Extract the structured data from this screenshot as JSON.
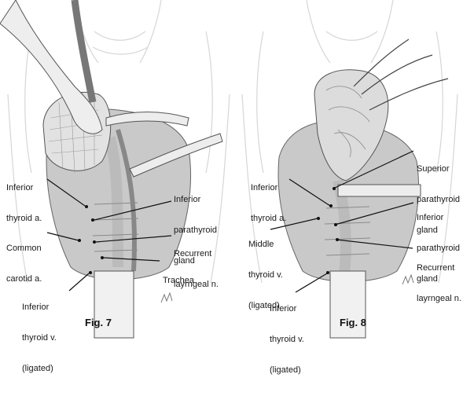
{
  "figure_7": {
    "caption": "Fig. 7",
    "labels": {
      "inferior_thyroid_artery": [
        "Inferior",
        "thyroid a."
      ],
      "common_carotid": [
        "Common",
        "carotid a."
      ],
      "inferior_thyroid_vein": [
        "Inferior",
        "thyroid v.",
        "(ligated)"
      ],
      "inferior_parathyroid": [
        "Inferior",
        "parathyroid",
        "gland"
      ],
      "recurrent_laryngeal": [
        "Recurrent",
        "layrngeal n."
      ],
      "trachea": [
        "Trachea"
      ]
    }
  },
  "figure_8": {
    "caption": "Fig. 8",
    "labels": {
      "inferior_thyroid_artery": [
        "Inferior",
        "thyroid a."
      ],
      "middle_thyroid_vein": [
        "Middle",
        "thyroid v.",
        "(ligated)"
      ],
      "inferior_thyroid_vein": [
        "Inferior",
        "thyroid v.",
        "(ligated)"
      ],
      "superior_parathyroid": [
        "Superior",
        "parathyroid",
        "gland"
      ],
      "inferior_parathyroid": [
        "Inferior",
        "parathyroid",
        "gland"
      ],
      "recurrent_laryngeal": [
        "Recurrent",
        "layrngeal n."
      ]
    }
  }
}
